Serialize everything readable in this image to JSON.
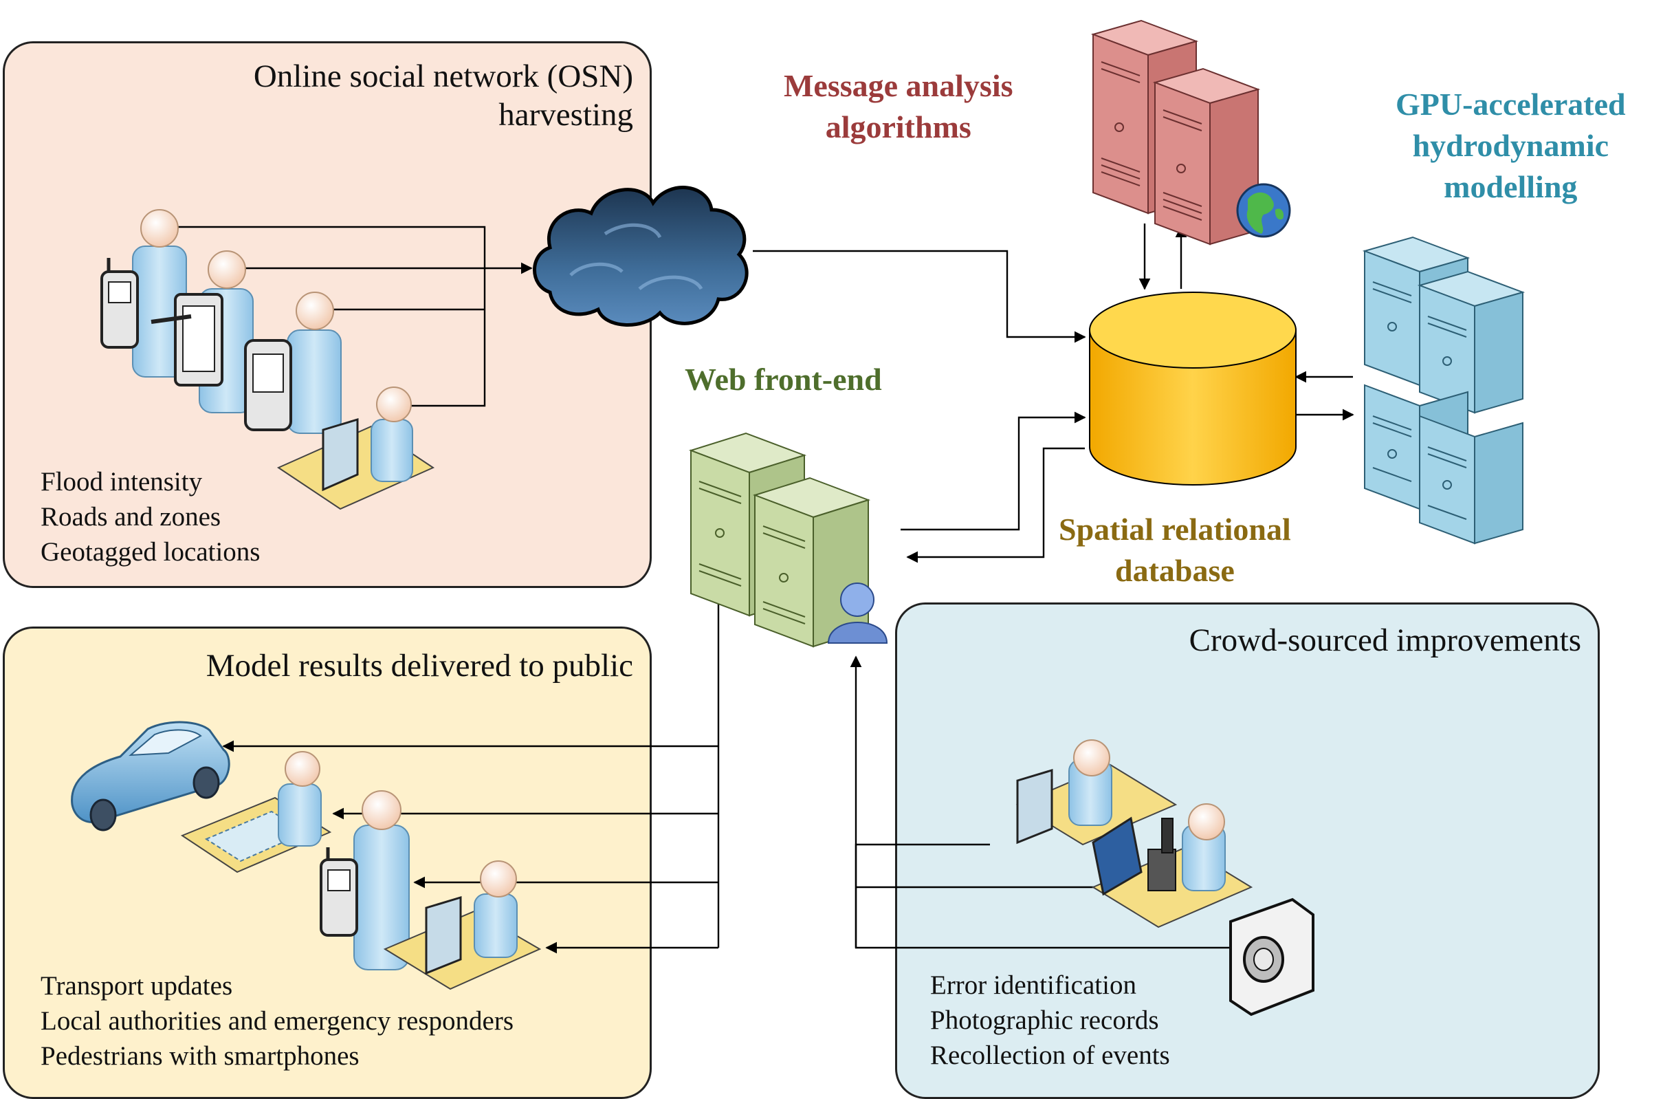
{
  "panels": {
    "osn": {
      "title_line1": "Online social network (OSN)",
      "title_line2": "harvesting",
      "items": [
        "Flood intensity",
        "Roads and zones",
        "Geotagged locations"
      ]
    },
    "model": {
      "title": "Model results delivered to public",
      "items": [
        "Transport updates",
        "Local authorities and emergency responders",
        "Pedestrians with smartphones"
      ]
    },
    "crowd": {
      "title": "Crowd-sourced improvements",
      "items": [
        "Error identification",
        "Photographic records",
        "Recollection of events"
      ]
    }
  },
  "labels": {
    "message": {
      "line1": "Message analysis",
      "line2": "algorithms"
    },
    "gpu": {
      "line1": "GPU-accelerated",
      "line2": "hydrodynamic",
      "line3": "modelling"
    },
    "web": "Web front-end",
    "database": {
      "line1": "Spatial relational",
      "line2": "database"
    }
  },
  "colors": {
    "osn_panel": "#fbe6da",
    "model_panel": "#fef1cc",
    "crowd_panel": "#dcedf2",
    "message_label": "#9b3b3b",
    "gpu_label": "#2f8ea8",
    "web_label": "#4e6e2c",
    "database_label": "#8a6a12"
  },
  "icons": [
    "cloud-icon",
    "database-icon",
    "message-server-icon",
    "globe-icon",
    "gpu-server-icon",
    "web-server-icon",
    "user-icon",
    "car-icon",
    "camera-icon",
    "microscope-icon",
    "phone-icon",
    "tablet-icon",
    "pda-icon",
    "person-icon",
    "workstation-icon"
  ]
}
